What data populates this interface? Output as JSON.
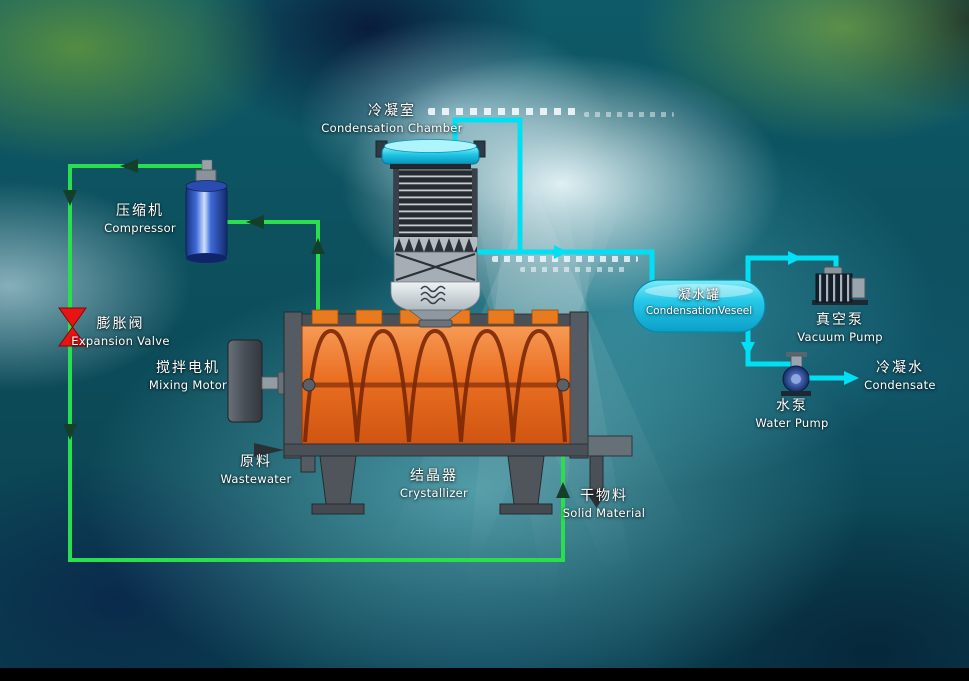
{
  "labels": {
    "condensation_chamber": {
      "zh": "冷凝室",
      "en": "Condensation Chamber"
    },
    "compressor": {
      "zh": "压缩机",
      "en": "Compressor"
    },
    "expansion_valve": {
      "zh": "膨胀阀",
      "en": "Expansion Valve"
    },
    "mixing_motor": {
      "zh": "搅拌电机",
      "en": "Mixing Motor"
    },
    "wastewater": {
      "zh": "原料",
      "en": "Wastewater"
    },
    "crystallizer": {
      "zh": "结晶器",
      "en": "Crystallizer"
    },
    "solid_material": {
      "zh": "干物料",
      "en": "Solid Material"
    },
    "condensation_vessel": {
      "zh": "凝水罐",
      "en": "CondensationVeseel"
    },
    "vacuum_pump": {
      "zh": "真空泵",
      "en": "Vacuum Pump"
    },
    "water_pump": {
      "zh": "水泵",
      "en": "Water Pump"
    },
    "condensate": {
      "zh": "冷凝水",
      "en": "Condensate"
    }
  },
  "colors": {
    "refrigerant_pipe": "#2ade4d",
    "vapor_pipe": "#00e0f4",
    "crystallizer_body": "#ea6f22",
    "compressor_body": "#3f6ad8",
    "expansion_valve": "#e81414",
    "condensation_vessel": "#27c8e8",
    "label_text": "#ffffff"
  }
}
